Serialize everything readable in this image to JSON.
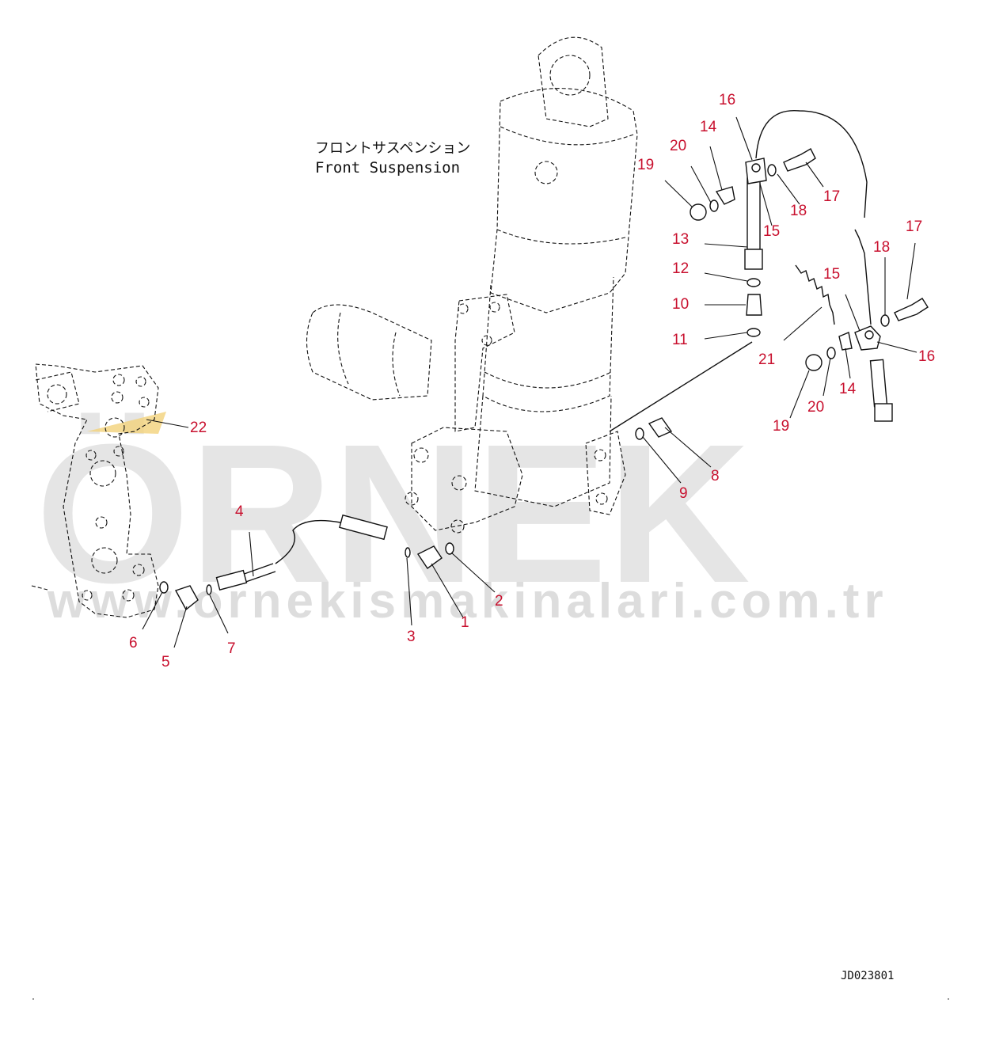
{
  "watermark": {
    "brand": "ÖRNEK",
    "url": "www.ornekismakinalari.com.tr",
    "color": "#cfcfcf"
  },
  "annotation": {
    "japanese": "フロントサスペンション",
    "english": "Front Suspension"
  },
  "drawing_code": "JD023801",
  "label_color": "#c8102e",
  "part_labels": [
    {
      "id": "label-1",
      "text": "1"
    },
    {
      "id": "label-2",
      "text": "2"
    },
    {
      "id": "label-3",
      "text": "3"
    },
    {
      "id": "label-4",
      "text": "4"
    },
    {
      "id": "label-5",
      "text": "5"
    },
    {
      "id": "label-6",
      "text": "6"
    },
    {
      "id": "label-7",
      "text": "7"
    },
    {
      "id": "label-8",
      "text": "8"
    },
    {
      "id": "label-9",
      "text": "9"
    },
    {
      "id": "label-10",
      "text": "10"
    },
    {
      "id": "label-11",
      "text": "11"
    },
    {
      "id": "label-12",
      "text": "12"
    },
    {
      "id": "label-13",
      "text": "13"
    },
    {
      "id": "label-14a",
      "text": "14"
    },
    {
      "id": "label-14b",
      "text": "14"
    },
    {
      "id": "label-15a",
      "text": "15"
    },
    {
      "id": "label-15b",
      "text": "15"
    },
    {
      "id": "label-16a",
      "text": "16"
    },
    {
      "id": "label-16b",
      "text": "16"
    },
    {
      "id": "label-17a",
      "text": "17"
    },
    {
      "id": "label-17b",
      "text": "17"
    },
    {
      "id": "label-18a",
      "text": "18"
    },
    {
      "id": "label-18b",
      "text": "18"
    },
    {
      "id": "label-19a",
      "text": "19"
    },
    {
      "id": "label-19b",
      "text": "19"
    },
    {
      "id": "label-20a",
      "text": "20"
    },
    {
      "id": "label-20b",
      "text": "20"
    },
    {
      "id": "label-21",
      "text": "21"
    },
    {
      "id": "label-22",
      "text": "22"
    }
  ]
}
